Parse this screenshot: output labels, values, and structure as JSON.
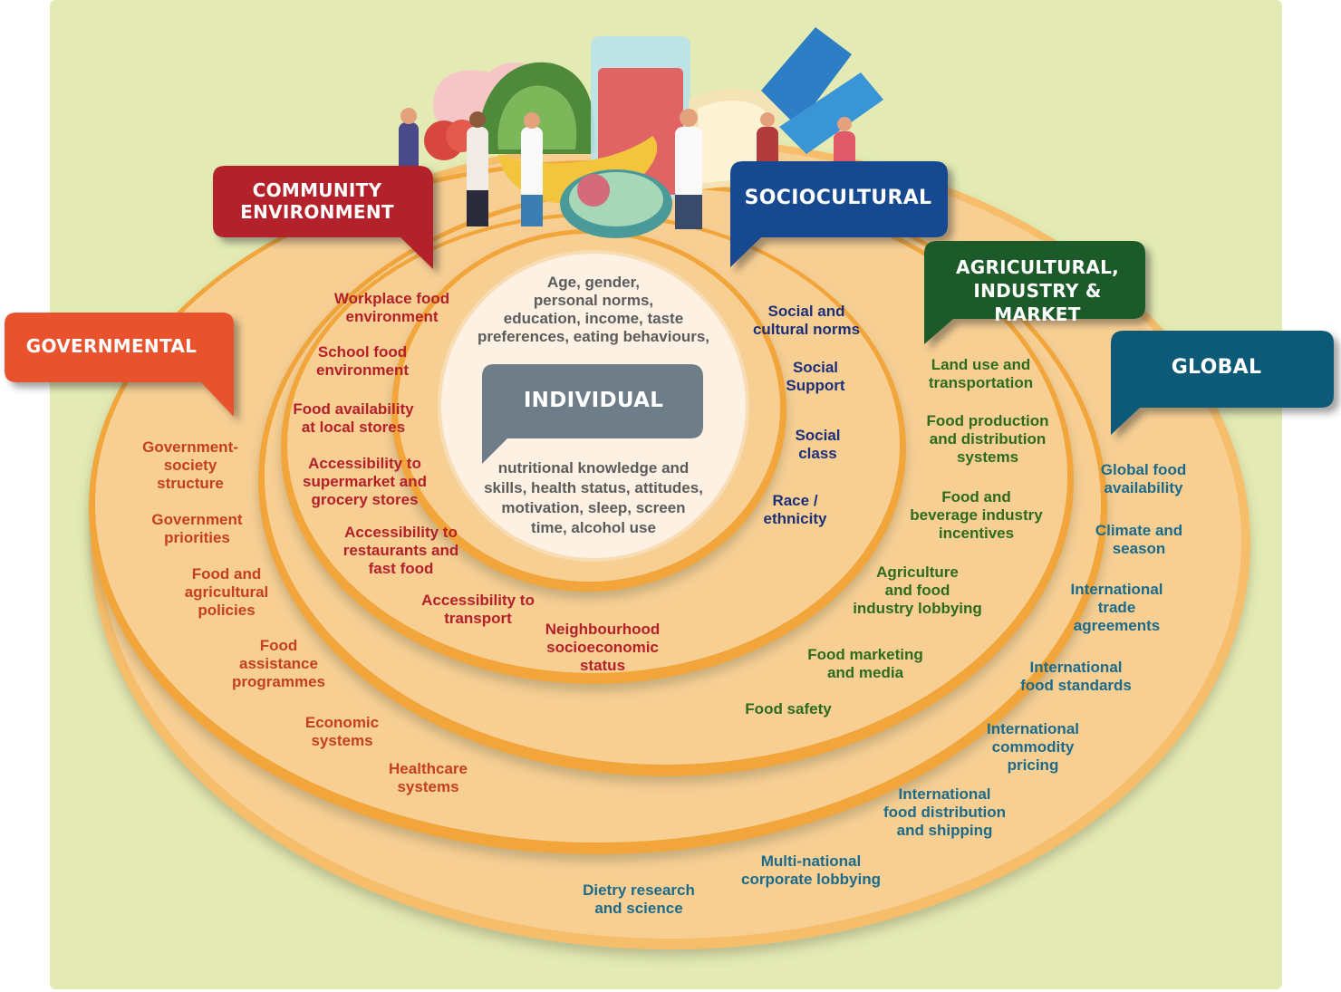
{
  "colors": {
    "background": "#e3eab3",
    "ring_fill": "#f8cf93",
    "ring_edge": "#f1a53a",
    "center": "#fcf1e2",
    "governmental": "#e8532e",
    "community": "#b3202a",
    "sociocultural": "#14488f",
    "agricultural": "#1e5a2a",
    "global": "#0d5a78",
    "individual": "#6e7d88"
  },
  "levels": {
    "individual": {
      "title": "INDIVIDUAL",
      "text_top": "Age, gender,\npersonal norms,\neducation, income, taste\npreferences, eating behaviours,",
      "text_bottom": "nutritional knowledge and\nskills, health status, attitudes,\nmotivation, sleep, screen\ntime, alcohol use"
    },
    "community": {
      "title": "COMMUNITY\nENVIRONMENT",
      "items": [
        "Workplace food\nenvironment",
        "School food\nenvironment",
        "Food availability\nat local stores",
        "Accessibility to\nsupermarket and\ngrocery stores",
        "Accessibility to\nrestaurants and\nfast food",
        "Accessibility to\ntransport",
        "Neighbourhood\nsocioeconomic\nstatus"
      ]
    },
    "sociocultural": {
      "title": "SOCIOCULTURAL",
      "items": [
        "Social and\ncultural norms",
        "Social\nSupport",
        "Social\nclass",
        "Race /\nethnicity"
      ]
    },
    "agricultural": {
      "title": "AGRICULTURAL,\nINDUSTRY & MARKET",
      "items": [
        "Land use and\ntransportation",
        "Food production\nand distribution\nsystems",
        "Food and\nbeverage industry\nincentives",
        "Agriculture\nand food\nindustry lobbying",
        "Food marketing\nand media",
        "Food safety"
      ]
    },
    "governmental": {
      "title": "GOVERNMENTAL",
      "items": [
        "Government-\nsociety\nstructure",
        "Government\npriorities",
        "Food and\nagricultural\npolicies",
        "Food\nassistance\nprogrammes",
        "Economic\nsystems",
        "Healthcare\nsystems"
      ]
    },
    "global": {
      "title": "GLOBAL",
      "items": [
        "Global food\navailability",
        "Climate and\nseason",
        "International\ntrade\nagreements",
        "International\nfood standards",
        "International\ncommodity\npricing",
        "International\nfood distribution\nand shipping",
        "Multi-national\ncorporate lobbying",
        "Dietry research\nand science"
      ]
    }
  }
}
